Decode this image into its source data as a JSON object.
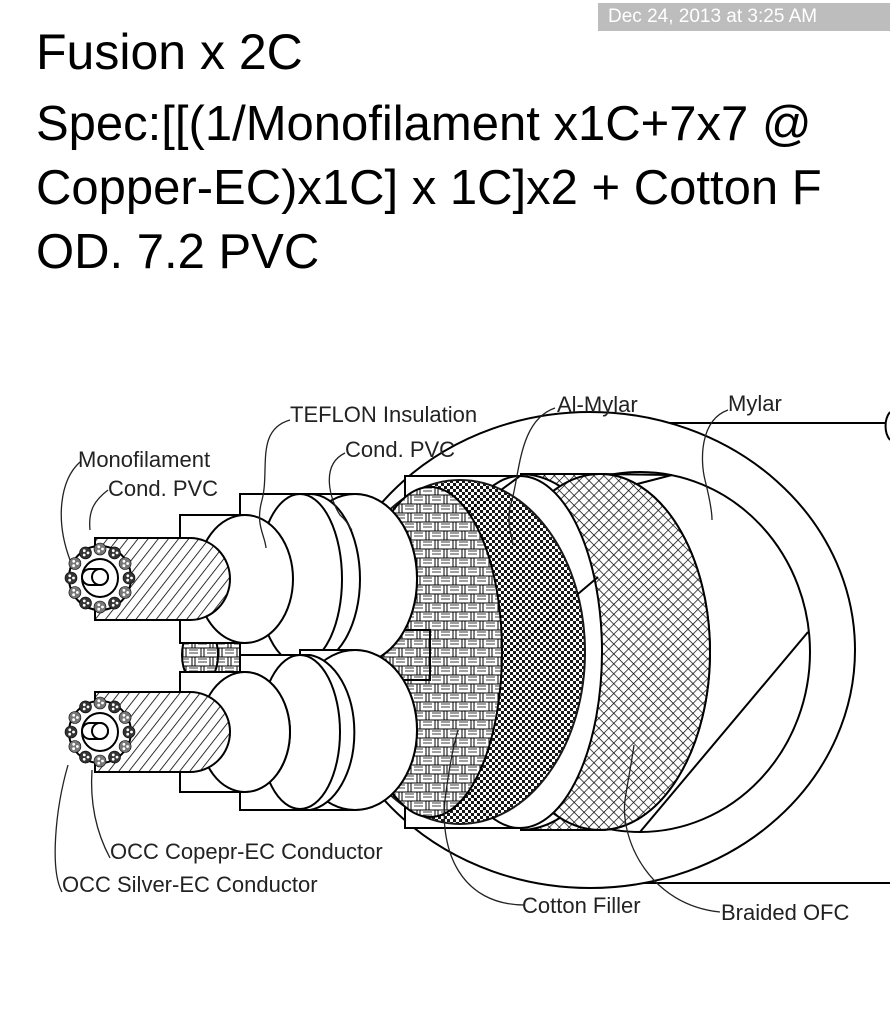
{
  "timestamp": "Dec 24, 2013 at 3:25 AM",
  "title": "Fusion x 2C",
  "spec_lines": [
    "Spec:[[(1/Monofilament x1C+7x7 @",
    "Copper-EC)x1C] x 1C]x2 + Cotton F",
    "OD. 7.2 PVC"
  ],
  "labels": {
    "teflon": "TEFLON Insulation",
    "cond_pvc_top": "Cond. PVC",
    "al_mylar": "Al-Mylar",
    "mylar": "Mylar",
    "monofilament": "Monofilament",
    "cond_pvc_left": "Cond. PVC",
    "occ_copper": "OCC Copepr-EC Conductor",
    "occ_silver": "OCC Silver-EC Conductor",
    "cotton_filler": "Cotton Filler",
    "braided_ofc": "Braided OFC"
  }
}
